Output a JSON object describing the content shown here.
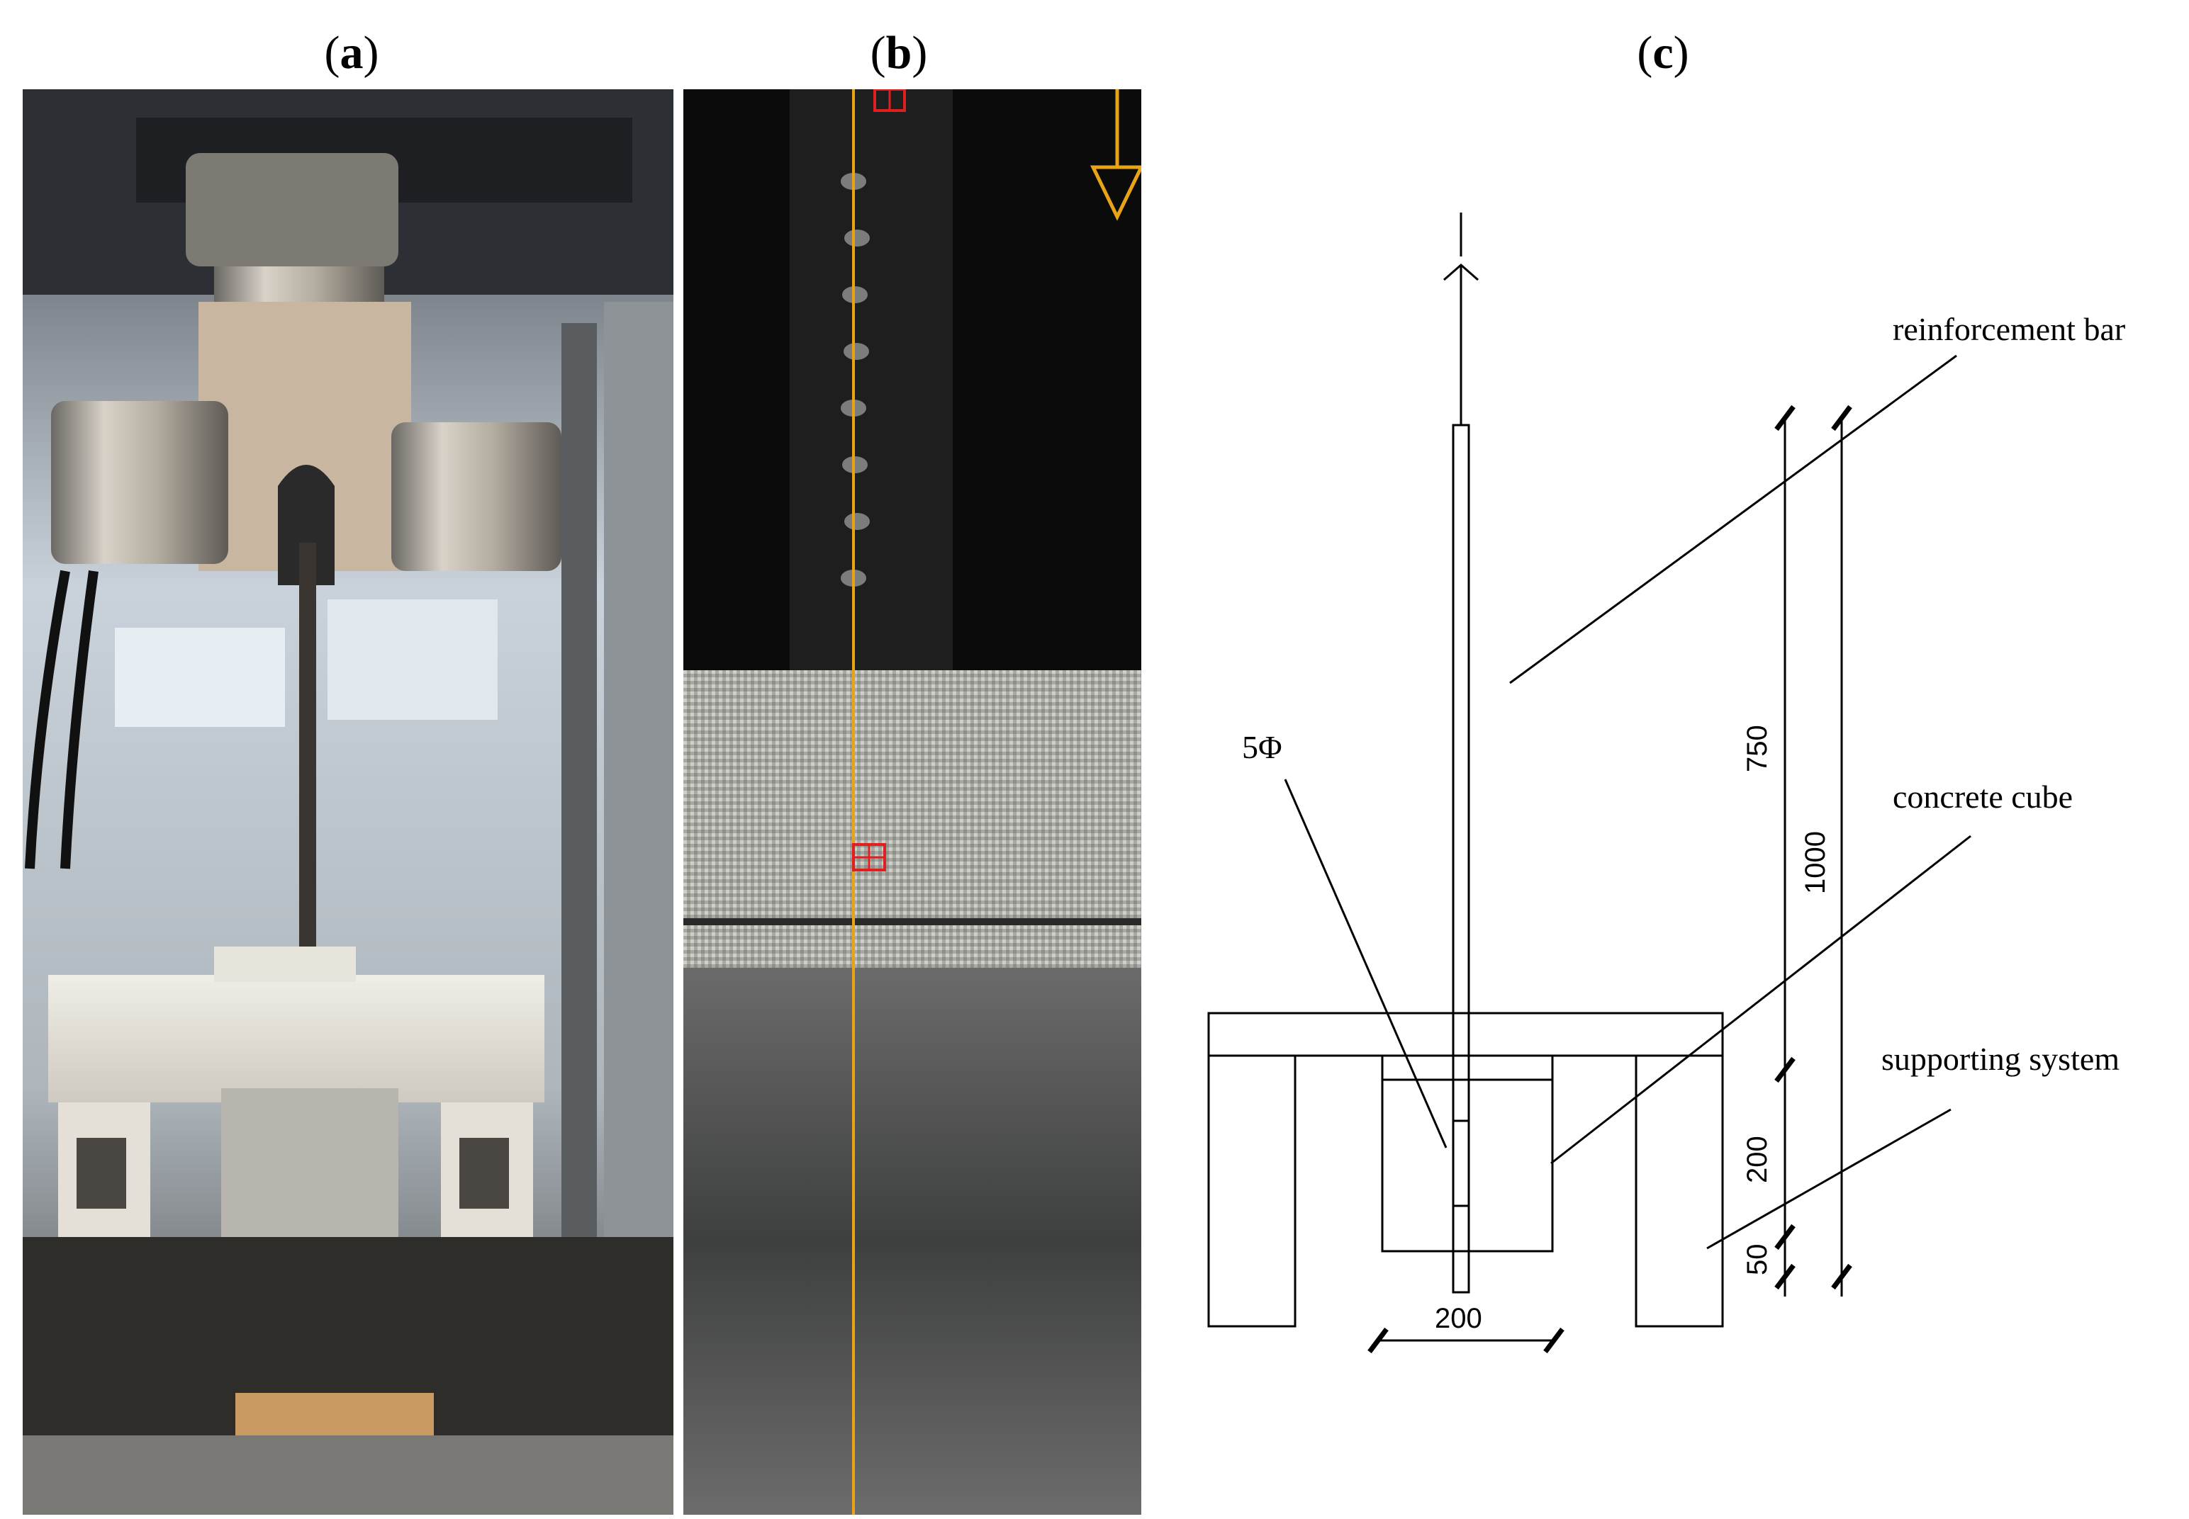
{
  "panels": {
    "a": {
      "label_open": "(",
      "label_letter": "a",
      "label_close": ")"
    },
    "b": {
      "label_open": "(",
      "label_letter": "b",
      "label_close": ")"
    },
    "c": {
      "label_open": "(",
      "label_letter": "c",
      "label_close": ")"
    }
  },
  "photo_b": {
    "guide_color": "#e8a317",
    "marker_color": "#e02020"
  },
  "diagram": {
    "labels": {
      "reinforcement_bar": "reinforcement bar",
      "concrete_cube": "concrete cube",
      "supporting_system": "supporting system",
      "bar_diameter": "5Φ"
    },
    "dimensions": {
      "d750": "750",
      "d1000": "1000",
      "d200_vertical": "200",
      "d50": "50",
      "d200_horizontal": "200"
    },
    "stroke_color": "#000000"
  }
}
